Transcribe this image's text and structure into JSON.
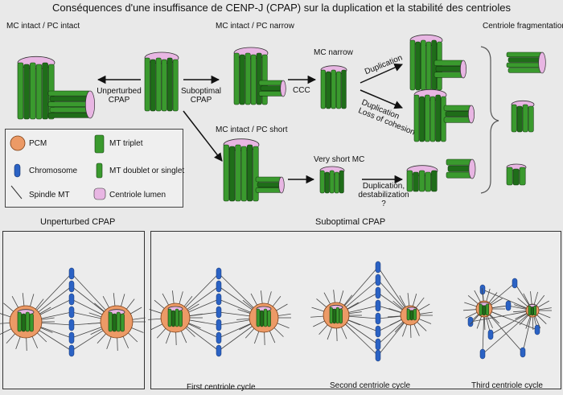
{
  "title": "Conséquences d'une insuffisance de CENP-J (CPAP) sur la duplication et la stabilité des centrioles",
  "top": {
    "label_mc_intact_pc_intact": "MC intact / PC intact",
    "label_mc_intact_pc_narrow": "MC intact / PC narrow",
    "label_mc_intact_pc_short": "MC intact / PC short",
    "label_mc_narrow": "MC narrow",
    "label_very_short_mc": "Very short MC",
    "label_centriole_fragmentation": "Centriole fragmentation",
    "arrow_unperturbed": [
      "Unperturbed",
      "CPAP"
    ],
    "arrow_suboptimal": [
      "Suboptimal",
      "CPAP"
    ],
    "arrow_ccc": "CCC",
    "arrow_duplication": "Duplication",
    "arrow_duplication_loss": [
      "Duplication",
      "Loss of cohesion"
    ],
    "arrow_duplication_destab": [
      "Duplication,",
      "destabilization",
      "?"
    ]
  },
  "legend": {
    "pcm": "PCM",
    "chromosome": "Chromosome",
    "spindle_mt": "Spindle MT",
    "mt_triplet": "MT triplet",
    "mt_doublet": "MT doublet or singlet",
    "centriole_lumen": "Centriole lumen"
  },
  "bottom": {
    "unperturbed_title": "Unperturbed CPAP",
    "suboptimal_title": "Suboptimal CPAP",
    "first_cycle": "First centriole cycle",
    "second_cycle": "Second centriole cycle",
    "third_cycle": "Third centriole cycle"
  },
  "colors": {
    "mt_green": "#3a9a2e",
    "mt_dark": "#1f6d19",
    "lumen_pink": "#e8b6e3",
    "pcm_orange": "#ec9a66",
    "chromosome_blue": "#2b62c4",
    "background": "#e9e9e9"
  }
}
